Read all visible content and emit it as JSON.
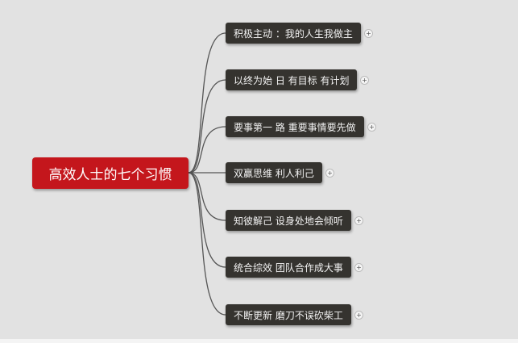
{
  "root": {
    "label": "高效人士的七个习惯"
  },
  "expand_symbol": "+",
  "nodes": [
    {
      "label": "积极主动 ：我的人生我做主"
    },
    {
      "label": "以终为始 日 有目标 有计划"
    },
    {
      "label": "要事第一 路 重要事情要先做"
    },
    {
      "label": "双赢思维 利人利己"
    },
    {
      "label": "知彼解己 设身处地会倾听"
    },
    {
      "label": "统合综效 团队合作成大事"
    },
    {
      "label": "不断更新 磨刀不误砍柴工"
    }
  ],
  "colors": {
    "root": "#c4161c",
    "node": "#35332f",
    "line": "#555555"
  }
}
